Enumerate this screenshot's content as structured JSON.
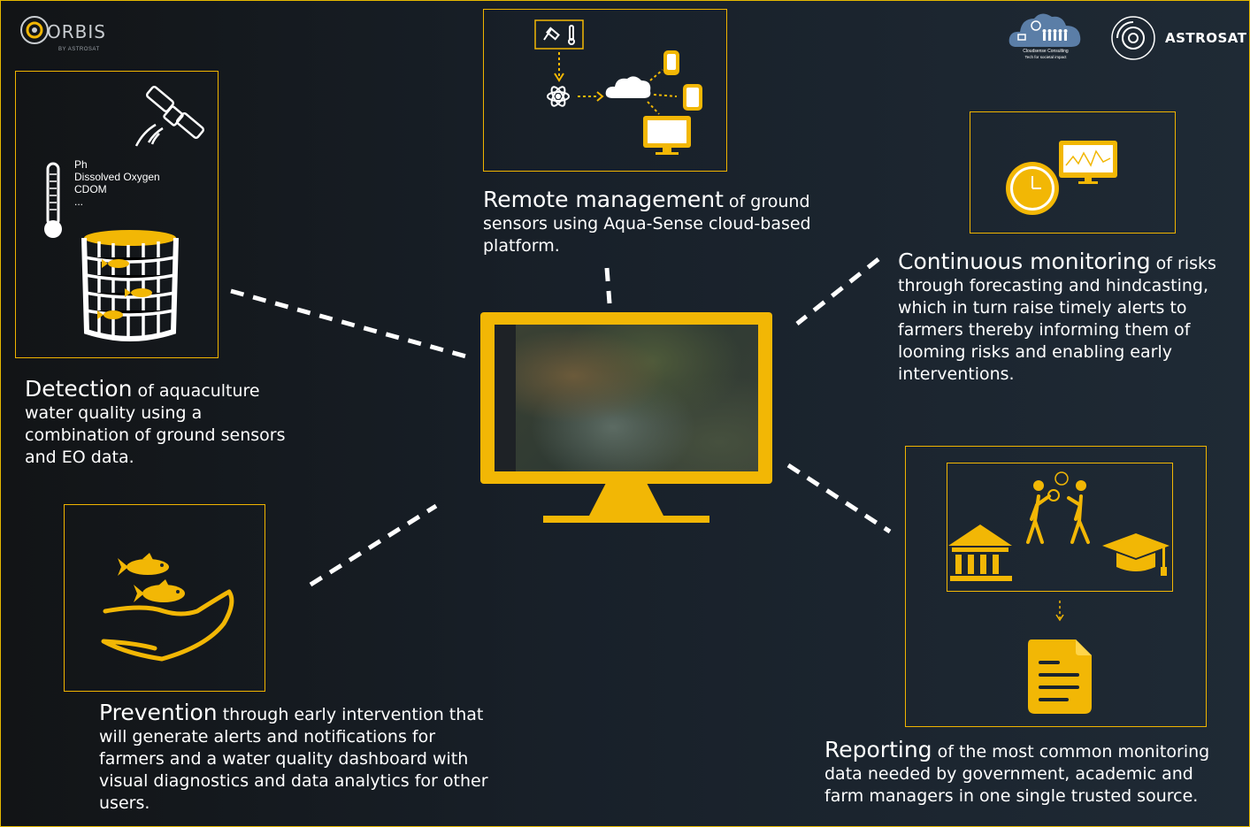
{
  "logos": {
    "orbis": {
      "main": "ORBIS",
      "sub": "BY ASTROSAT"
    },
    "cloudsense": {
      "name": "Cloudsense Consulting",
      "tagline": "Tech for societal impact"
    },
    "astrosat": {
      "name": "ASTROSAT"
    }
  },
  "detection": {
    "sensors": [
      "Ph",
      "Dissolved Oxygen",
      "CDOM",
      "..."
    ],
    "heading": "Detection",
    "text": "of aquaculture water quality using a combination of ground sensors and EO data."
  },
  "remote": {
    "heading": "Remote management",
    "text": "of ground sensors using Aqua-Sense cloud-based platform."
  },
  "continuous": {
    "heading": "Continuous monitoring",
    "text": "of risks through forecasting and hindcasting, which in turn raise timely alerts to farmers thereby informing them of looming risks and enabling early interventions."
  },
  "prevention": {
    "heading": "Prevention",
    "text": "through early intervention that will generate alerts and notifications for farmers and a water quality dashboard with visual diagnostics and data analytics for other users."
  },
  "reporting": {
    "heading": "Reporting",
    "text": "of the most common monitoring data needed by government, academic and farm managers in one single trusted source."
  },
  "colors": {
    "accent": "#f2b705",
    "background": "#1b242e",
    "text": "#ffffff"
  },
  "icons": [
    "satellite-icon",
    "thermometer-icon",
    "fish-cage-icon",
    "cloud-icon",
    "mobile-device-icon",
    "monitor-icon",
    "clock-icon",
    "chart-monitor-icon",
    "fish-icon",
    "hand-icon",
    "bank-icon",
    "people-icon",
    "graduation-cap-icon",
    "document-icon"
  ]
}
